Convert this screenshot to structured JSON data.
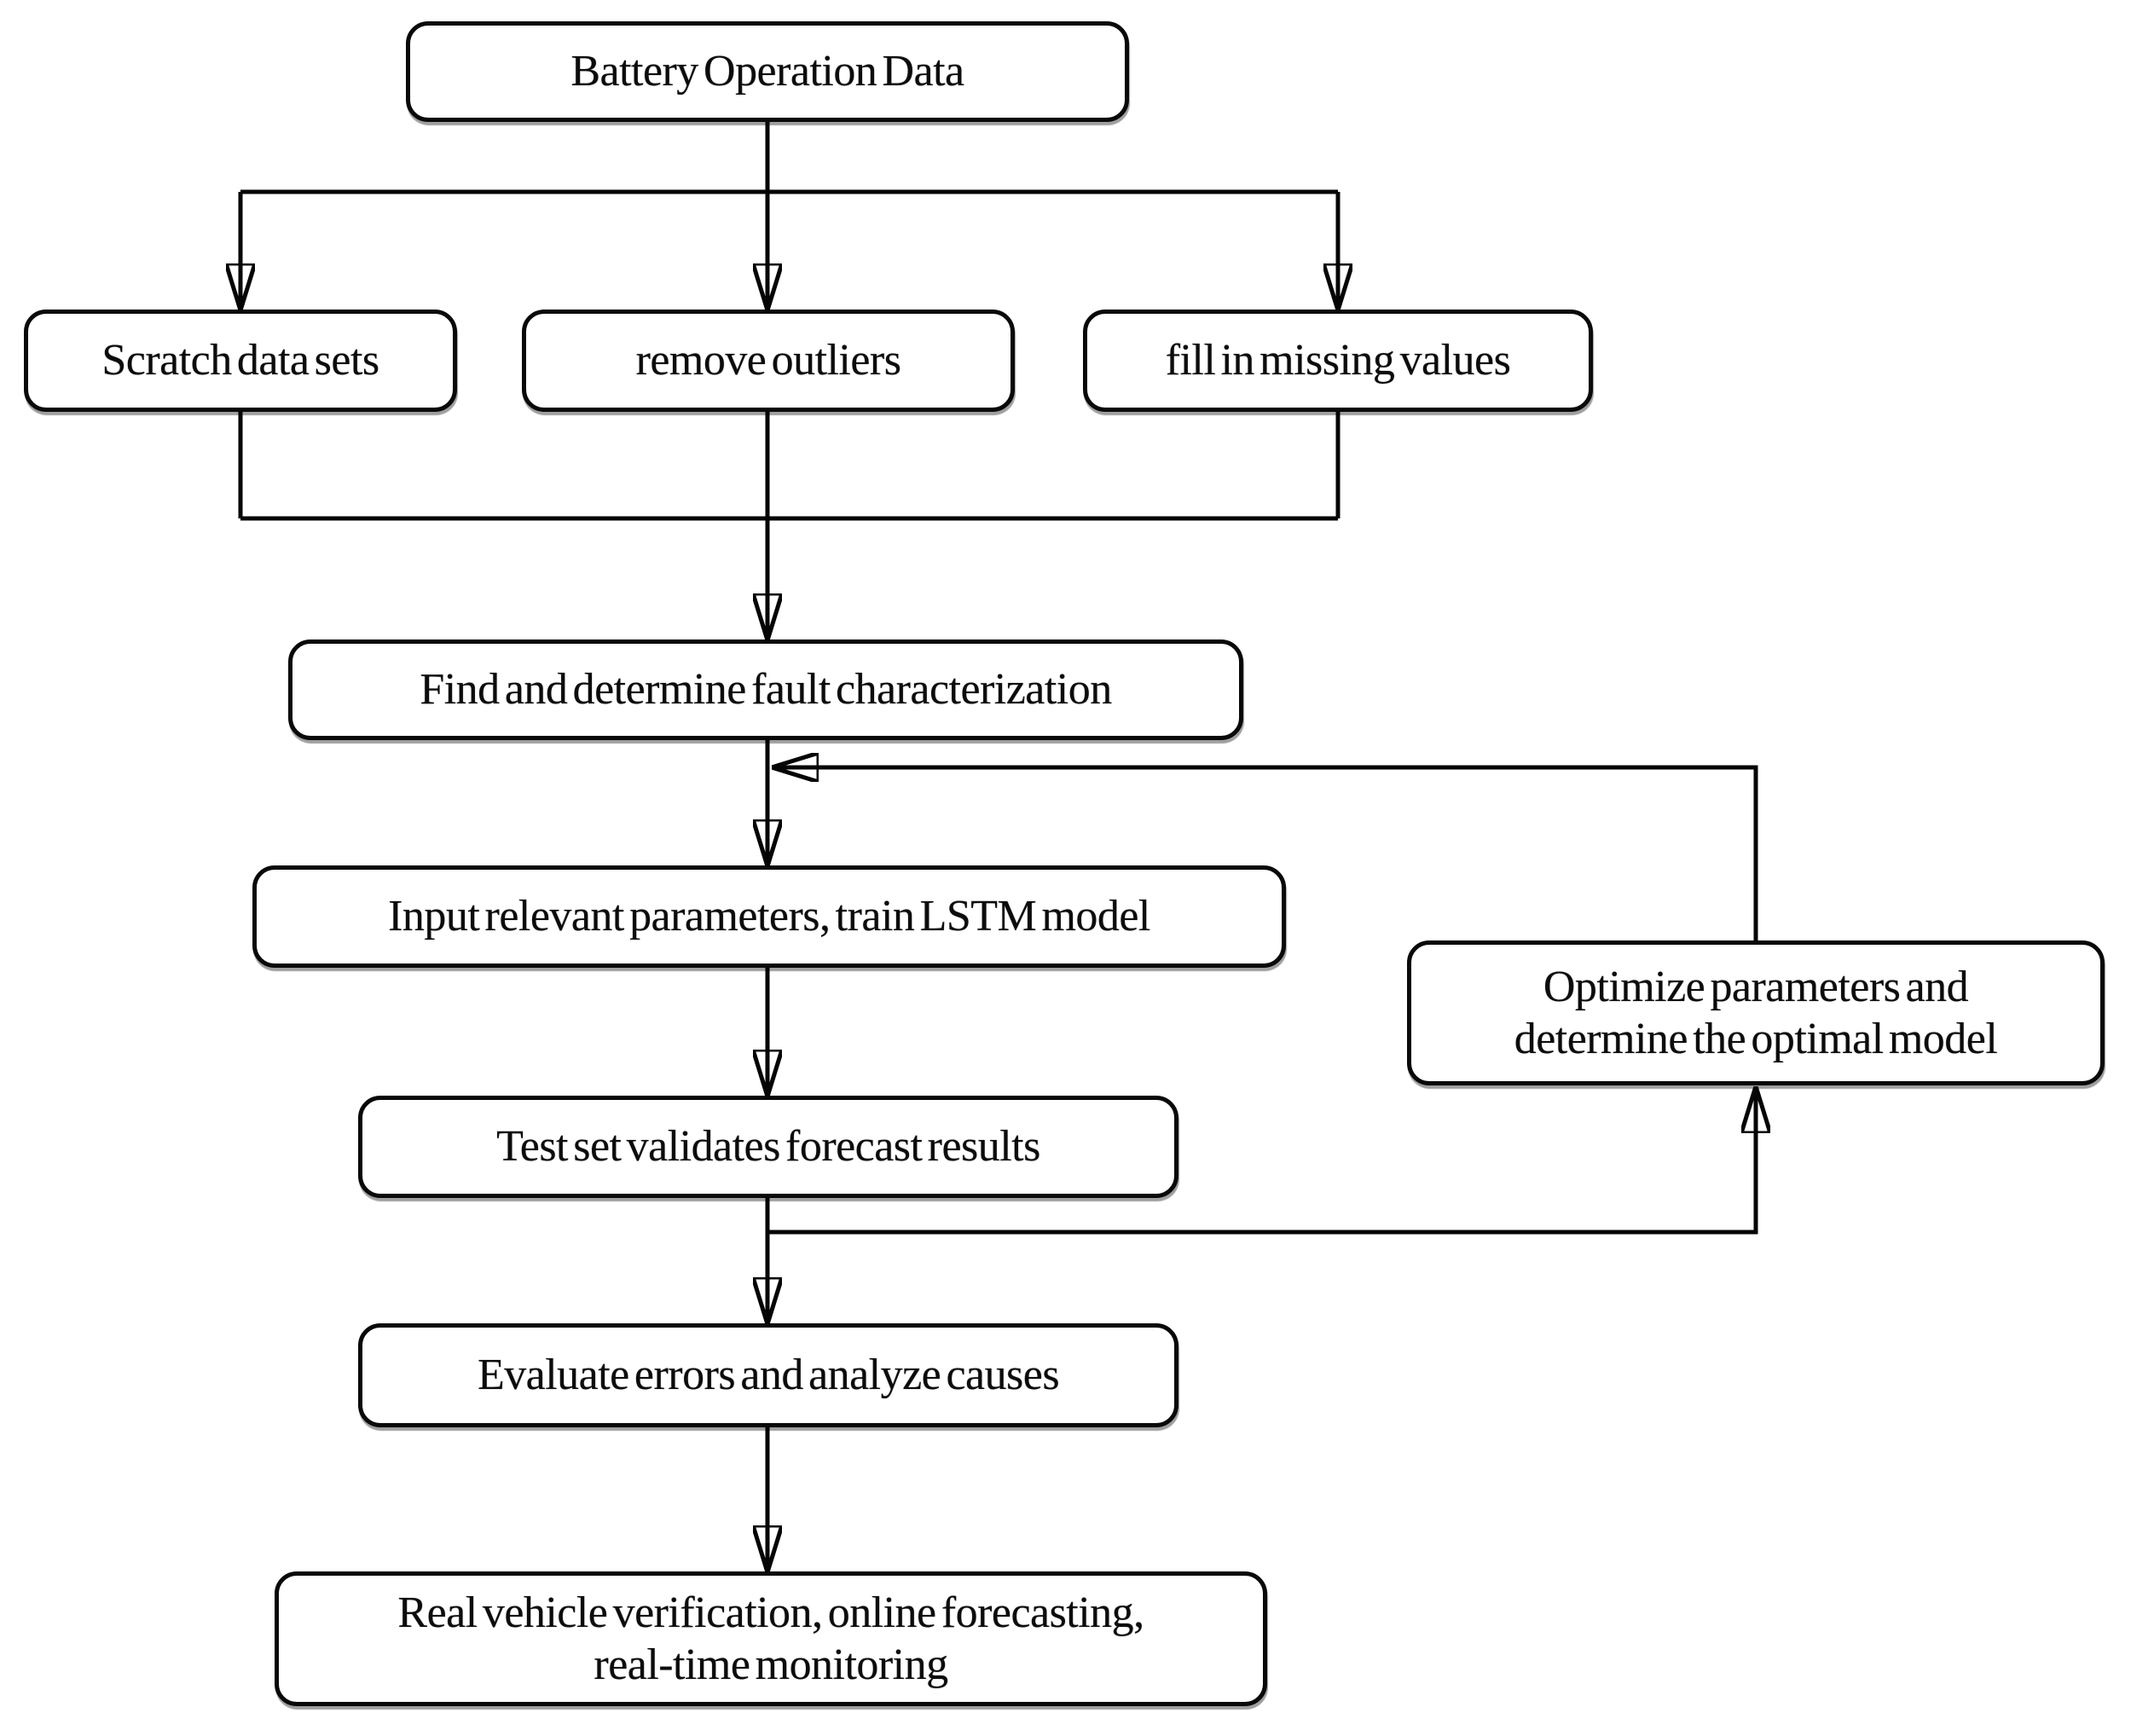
{
  "nodes": {
    "battery_operation_data": {
      "label": "Battery Operation Data"
    },
    "scratch_data_sets": {
      "label": "Scratch data sets"
    },
    "remove_outliers": {
      "label": "remove outliers"
    },
    "fill_in_missing_values": {
      "label": "fill in missing values"
    },
    "fault_characterization": {
      "label": "Find and determine fault characterization"
    },
    "train_lstm_model": {
      "label": "Input relevant parameters, train LSTM model"
    },
    "optimize_parameters": {
      "label": "Optimize parameters and\ndetermine the optimal model"
    },
    "test_set_validation": {
      "label": "Test set validates forecast results"
    },
    "evaluate_errors": {
      "label": "Evaluate errors and analyze causes"
    },
    "real_vehicle_verification": {
      "label": "Real vehicle verification, online forecasting,\nreal-time monitoring"
    }
  },
  "edges": [
    {
      "from": "battery_operation_data",
      "to": "scratch_data_sets"
    },
    {
      "from": "battery_operation_data",
      "to": "remove_outliers"
    },
    {
      "from": "battery_operation_data",
      "to": "fill_in_missing_values"
    },
    {
      "from": "scratch_data_sets",
      "to": "fault_characterization"
    },
    {
      "from": "remove_outliers",
      "to": "fault_characterization"
    },
    {
      "from": "fill_in_missing_values",
      "to": "fault_characterization"
    },
    {
      "from": "fault_characterization",
      "to": "train_lstm_model"
    },
    {
      "from": "train_lstm_model",
      "to": "test_set_validation"
    },
    {
      "from": "test_set_validation",
      "to": "optimize_parameters"
    },
    {
      "from": "optimize_parameters",
      "to": "train_lstm_model"
    },
    {
      "from": "test_set_validation",
      "to": "evaluate_errors"
    },
    {
      "from": "evaluate_errors",
      "to": "real_vehicle_verification"
    }
  ],
  "colors": {
    "stroke": "#050505",
    "box_fill": "#ffffff",
    "text": "#0c0c0c",
    "background": "#ffffff"
  }
}
